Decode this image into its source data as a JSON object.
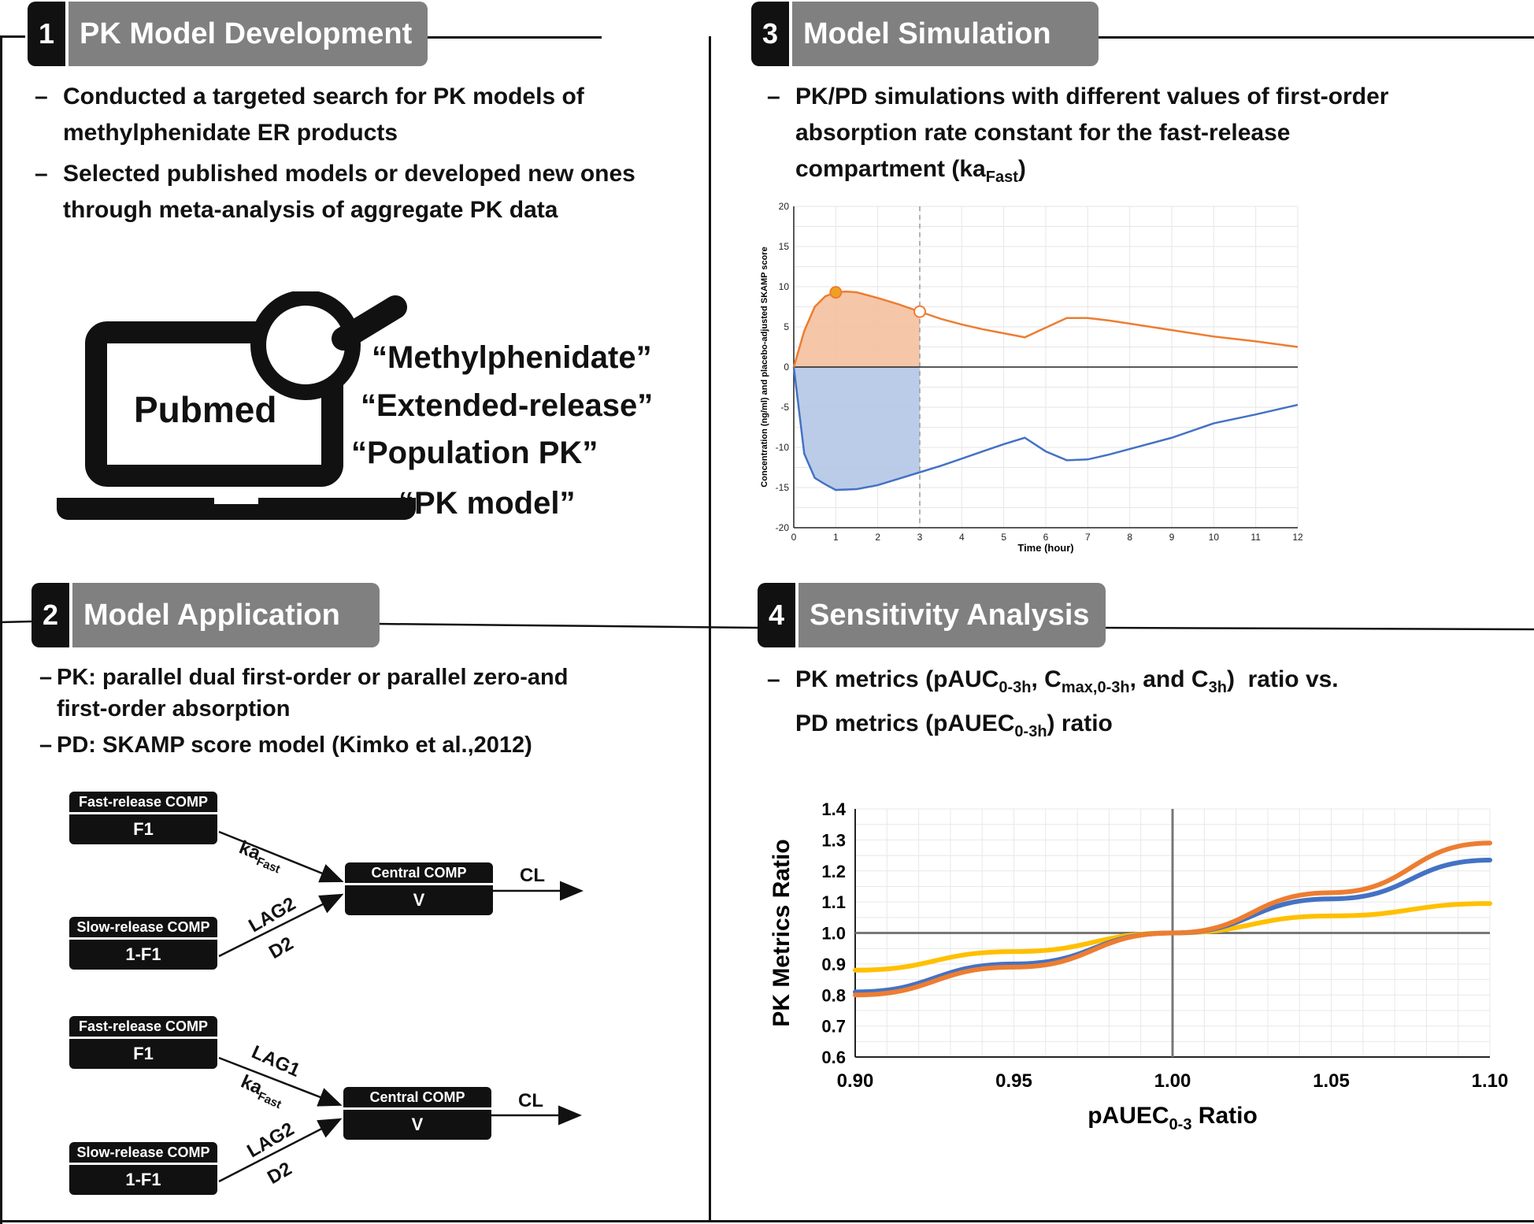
{
  "panel1": {
    "number": "1",
    "title": "PK Model Development",
    "bullets": [
      {
        "dash": "–",
        "text": "Conducted a targeted search for PK models of methylphenidate ER products"
      },
      {
        "dash": "–",
        "text": "Selected published models or developed new ones through meta-analysis of aggregate PK data"
      }
    ],
    "screen_label": "Pubmed",
    "search_terms": [
      "“Methylphenidate”",
      "“Extended-release”",
      "“Population PK”",
      "“PK model”"
    ]
  },
  "panel2": {
    "number": "2",
    "title": "Model Application",
    "bullets": [
      {
        "dash": "–",
        "text": "PK: parallel dual first-order or parallel zero-and first-order absorption"
      },
      {
        "dash": "–",
        "text": "PD: SKAMP score model (Kimko et al.,2012)"
      }
    ],
    "diagram_a": {
      "fast_comp": {
        "header": "Fast-release COMP",
        "value": "F1"
      },
      "slow_comp": {
        "header": "Slow-release COMP",
        "value": "1-F1"
      },
      "central_comp": {
        "header": "Central COMP",
        "value": "V"
      },
      "fast_arrow": {
        "label": "ka",
        "sub": "Fast"
      },
      "slow_arrow": {
        "line1": "LAG2",
        "line2": "D2"
      },
      "out_label": "CL"
    },
    "diagram_b": {
      "fast_comp": {
        "header": "Fast-release COMP",
        "value": "F1"
      },
      "slow_comp": {
        "header": "Slow-release COMP",
        "value": "1-F1"
      },
      "central_comp": {
        "header": "Central COMP",
        "value": "V"
      },
      "fast_arrow": {
        "line1": "LAG1",
        "label": "ka",
        "sub": "Fast"
      },
      "slow_arrow": {
        "line1": "LAG2",
        "line2": "D2"
      },
      "out_label": "CL"
    }
  },
  "panel3": {
    "number": "3",
    "title": "Model Simulation",
    "bullet": {
      "dash": "–",
      "text": "PK/PD simulations with different values of first-order absorption rate constant for the fast-release compartment (ka",
      "sub": "Fast",
      "tail": ")"
    }
  },
  "panel4": {
    "number": "4",
    "title": "Sensitivity Analysis",
    "bullet": {
      "dash": "–",
      "l1": [
        "PK metrics (pAUC",
        "0-3h",
        ", C",
        "max,0-3h",
        ", and C",
        "3h",
        ")  ratio vs."
      ],
      "l2": [
        "PD metrics (pAUEC",
        "0-3h",
        ") ratio"
      ]
    }
  },
  "chart_data": [
    {
      "type": "line",
      "xlabel": "Time (hour)",
      "ylabel": "Concentration (ng/ml) and placebo-adjusted SKAMP score",
      "xlim": [
        0,
        12
      ],
      "ylim": [
        -20,
        20
      ],
      "xticks": [
        0,
        1,
        2,
        3,
        4,
        5,
        6,
        7,
        8,
        9,
        10,
        11,
        12
      ],
      "yticks": [
        -20,
        -15,
        -10,
        -5,
        0,
        5,
        10,
        15,
        20
      ],
      "shaded_until_x": 3,
      "colors": {
        "concentration": "#ed7d31",
        "skamp": "#4472c4",
        "fill_conc": "#f4c09f",
        "fill_skamp": "#b4c7e7"
      },
      "series": [
        {
          "x": [
            0,
            0.25,
            0.5,
            0.75,
            1.0,
            1.25,
            1.5,
            2.0,
            2.5,
            3.0,
            3.5,
            4.0,
            4.5,
            5.0,
            5.5,
            6.0,
            6.5,
            7.0,
            7.5,
            8.0,
            9.0,
            10.0,
            11.0,
            12.0
          ],
          "values": [
            0,
            4.5,
            7.5,
            8.8,
            9.3,
            9.4,
            9.3,
            8.6,
            7.8,
            6.9,
            6.0,
            5.3,
            4.7,
            4.2,
            3.7,
            4.9,
            6.1,
            6.1,
            5.8,
            5.4,
            4.6,
            3.8,
            3.2,
            2.5
          ]
        },
        {
          "x": [
            0,
            0.25,
            0.5,
            0.75,
            1.0,
            1.5,
            2.0,
            2.5,
            3.0,
            3.5,
            4.0,
            4.5,
            5.0,
            5.5,
            6.0,
            6.5,
            7.0,
            7.5,
            8.0,
            9.0,
            10.0,
            11.0,
            12.0
          ],
          "values": [
            0,
            -10.8,
            -13.8,
            -14.6,
            -15.3,
            -15.2,
            -14.7,
            -13.9,
            -13.1,
            -12.3,
            -11.4,
            -10.5,
            -9.6,
            -8.8,
            -10.5,
            -11.6,
            -11.5,
            -10.9,
            -10.2,
            -8.8,
            -7.0,
            -5.9,
            -4.7
          ]
        }
      ],
      "markers": [
        {
          "x": 1.0,
          "y": 9.3,
          "filled": true
        },
        {
          "x": 3.0,
          "y": 6.9,
          "filled": false
        }
      ]
    },
    {
      "type": "line",
      "xlabel": "pAUEC",
      "xlabel_sub": "0-3",
      "xlabel_tail": " Ratio",
      "ylabel": "PK Metrics Ratio",
      "xlim": [
        0.9,
        1.1
      ],
      "ylim": [
        0.6,
        1.4
      ],
      "xticks": [
        "0.90",
        "0.95",
        "1.00",
        "1.05",
        "1.10"
      ],
      "yticks": [
        "0.6",
        "0.7",
        "0.8",
        "0.9",
        "1.0",
        "1.1",
        "1.2",
        "1.3",
        "1.4"
      ],
      "colors": {
        "orange": "#ed7d31",
        "blue": "#4472c4",
        "yellow": "#ffc000"
      },
      "series": [
        {
          "x": [
            0.9,
            0.95,
            1.0,
            1.05,
            1.1
          ],
          "values": [
            0.8,
            0.89,
            1.0,
            1.13,
            1.29
          ]
        },
        {
          "x": [
            0.9,
            0.95,
            1.0,
            1.05,
            1.1
          ],
          "values": [
            0.81,
            0.9,
            1.0,
            1.11,
            1.235
          ]
        },
        {
          "x": [
            0.9,
            0.95,
            1.0,
            1.05,
            1.1
          ],
          "values": [
            0.88,
            0.94,
            1.0,
            1.055,
            1.095
          ]
        }
      ]
    }
  ]
}
